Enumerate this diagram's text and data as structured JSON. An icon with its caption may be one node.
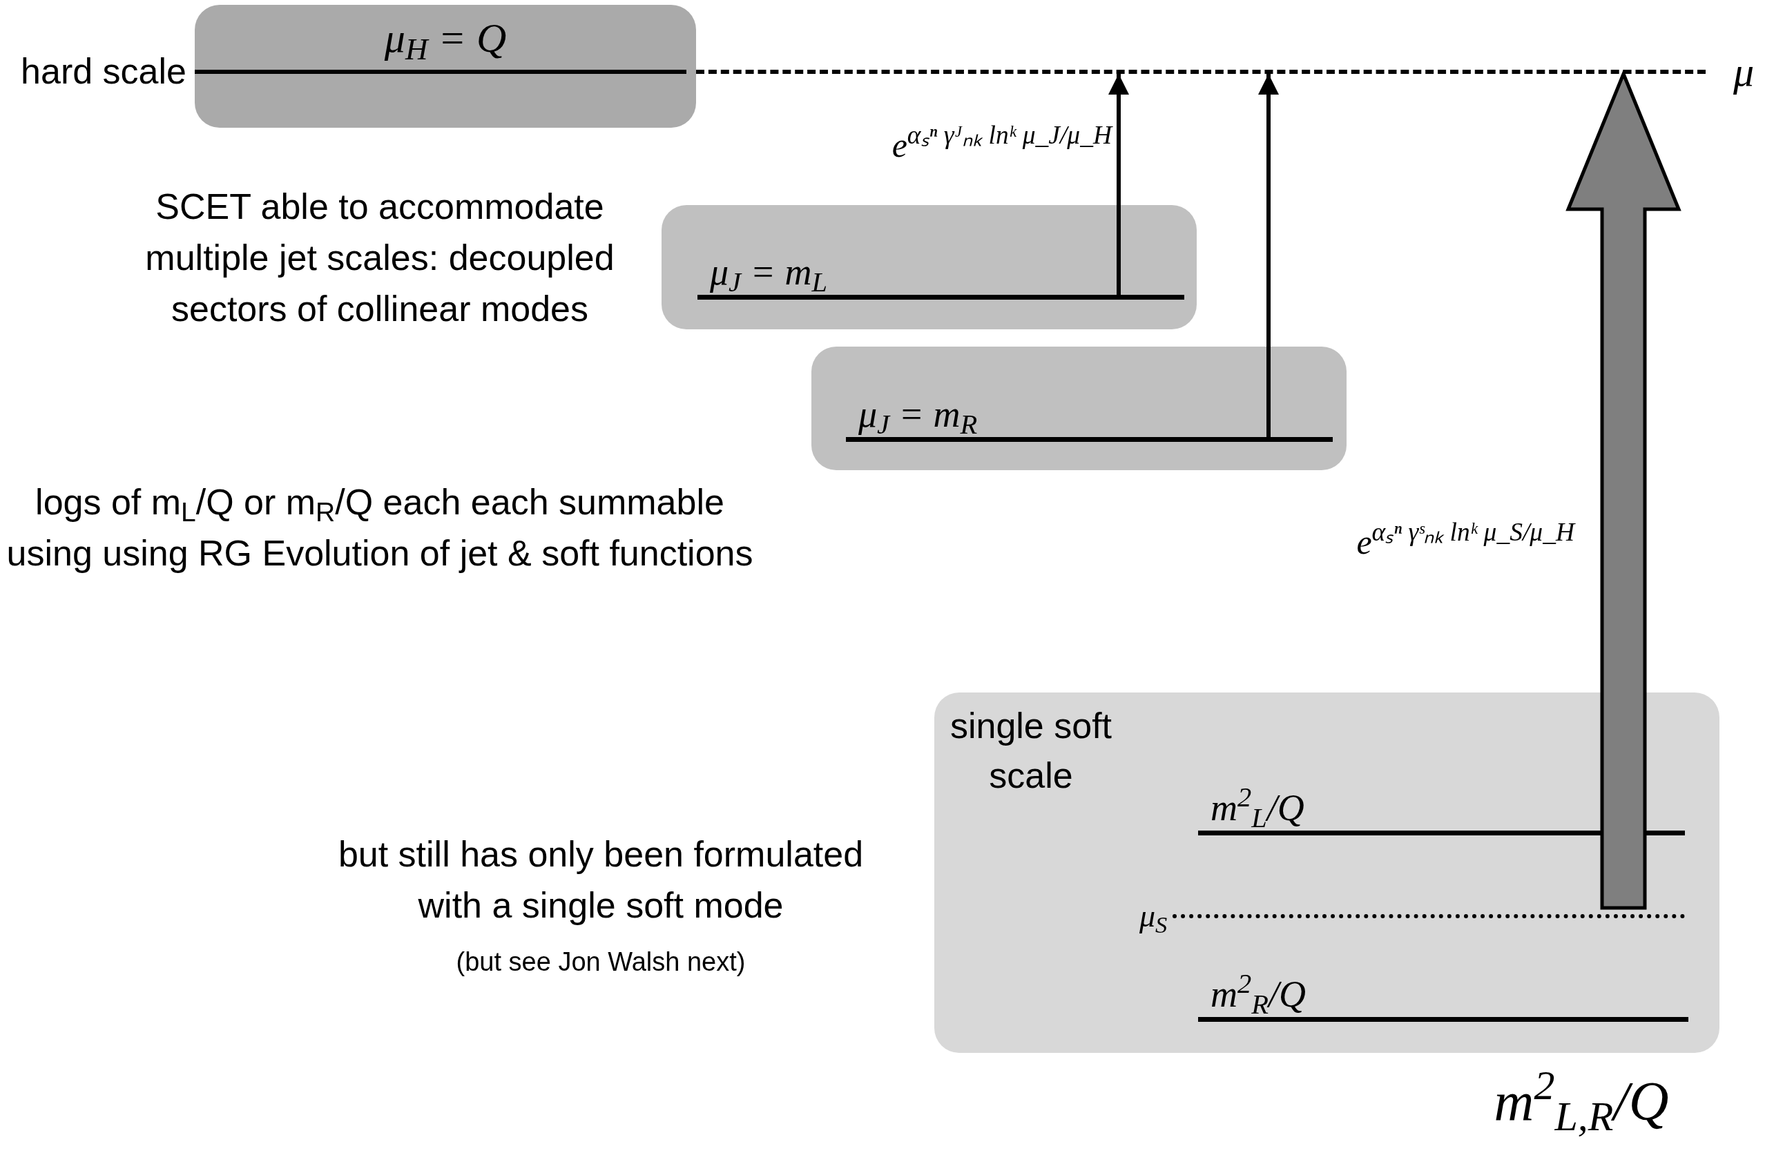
{
  "diagram": {
    "nodes": [
      {
        "text": [
          "μ$_{H}$ = Q"
        ],
        "beside": [
          "hard scale"
        ]
      },
      {
        "text": [],
        "shape": "line",
        "beside": [
          "μ"
        ]
      },
      {
        "text": [],
        "shape": "box"
      },
      {
        "text": [
          "μ$_{J}$ = m$_{L}$"
        ],
        "in": 2
      },
      {
        "text": [],
        "shape": "box"
      },
      {
        "text": [
          "μ$_{J}$ = m$_{R}$"
        ],
        "in": 4
      },
      {
        "text": [
          "single soft scale"
        ]
      },
      {
        "text": [
          "m$^{2}$$_{L}$/Q"
        ],
        "in": 6
      },
      {
        "text": [
          "μ$_{S}$"
        ],
        "in": 6
      },
      {
        "text": [
          "m$^{2}$$_{R}$/Q"
        ],
        "in": 6
      }
    ],
    "edges": [
      {
        "from": 3,
        "to": 1,
        "arrow": "to",
        "label": "e$^{αₛⁿ γᴶₙₖ lnᵏ μ_J/μ_H}$"
      },
      {
        "from": 5,
        "to": 1,
        "arrow": "to"
      },
      {
        "from": 8,
        "to": 1,
        "arrow": "to",
        "label": "e$^{αₛⁿ γˢₙₖ lnᵏ μ_S/μ_H}$",
        "style": "thick",
        "color": "#7f7f7f"
      }
    ],
    "labels": [
      "SCET able to accommodate multiple jet scales: decoupled sectors of collinear modes",
      "logs of m$_{L}$/Q or m$_{R}$/Q each each summable using using RG Evolution of jet & soft functions",
      "but still has only been formulated with a single soft mode",
      "(but see Jon Walsh next)",
      "m$^{2}$$_{L,R}$/Q"
    ]
  }
}
